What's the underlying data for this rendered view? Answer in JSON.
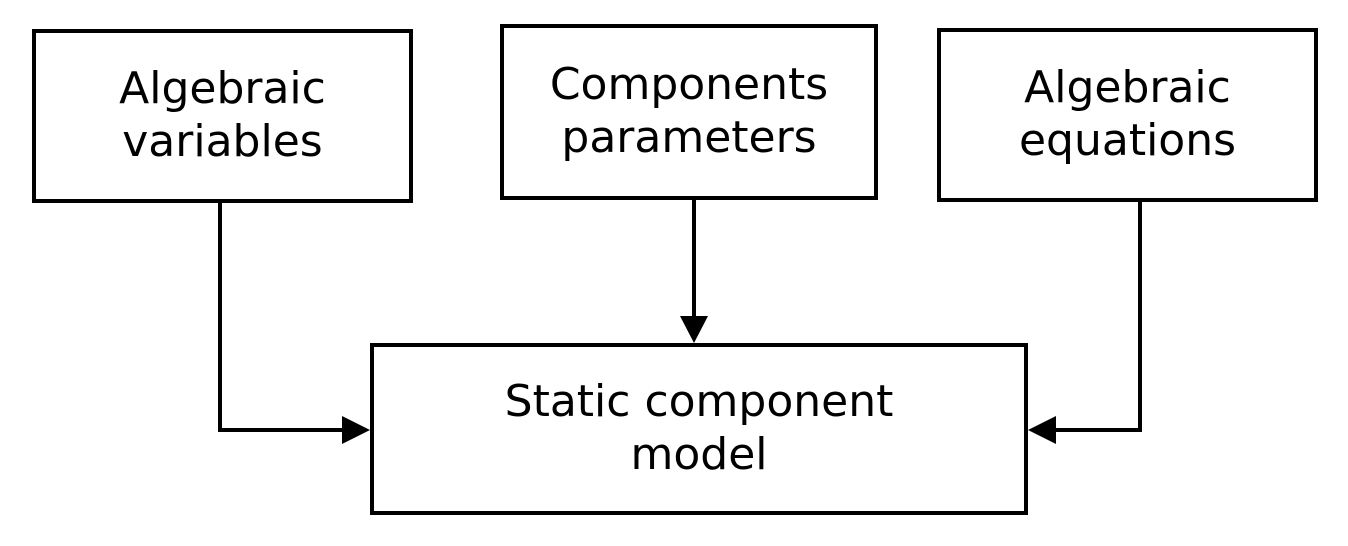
{
  "diagram": {
    "background_color": "#ffffff",
    "line_color": "#000000",
    "box_fill_color": "#ffffff",
    "boxes": {
      "algebraic_variables": {
        "label": "Algebraic variables",
        "line1": "Algebraic",
        "line2": "variables"
      },
      "components_parameters": {
        "label": "Components parameters",
        "line1": "Components",
        "line2": "parameters"
      },
      "algebraic_equations": {
        "label": "Algebraic equations",
        "line1": "Algebraic",
        "line2": "equations"
      },
      "static_component_model": {
        "label": "Static component model",
        "line1": "Static component",
        "line2": "model"
      }
    },
    "connections": [
      {
        "from": "Algebraic variables",
        "to": "Static component model",
        "arrow_enters": "left side"
      },
      {
        "from": "Components parameters",
        "to": "Static component model",
        "arrow_enters": "top side"
      },
      {
        "from": "Algebraic equations",
        "to": "Static component model",
        "arrow_enters": "right side"
      }
    ]
  }
}
